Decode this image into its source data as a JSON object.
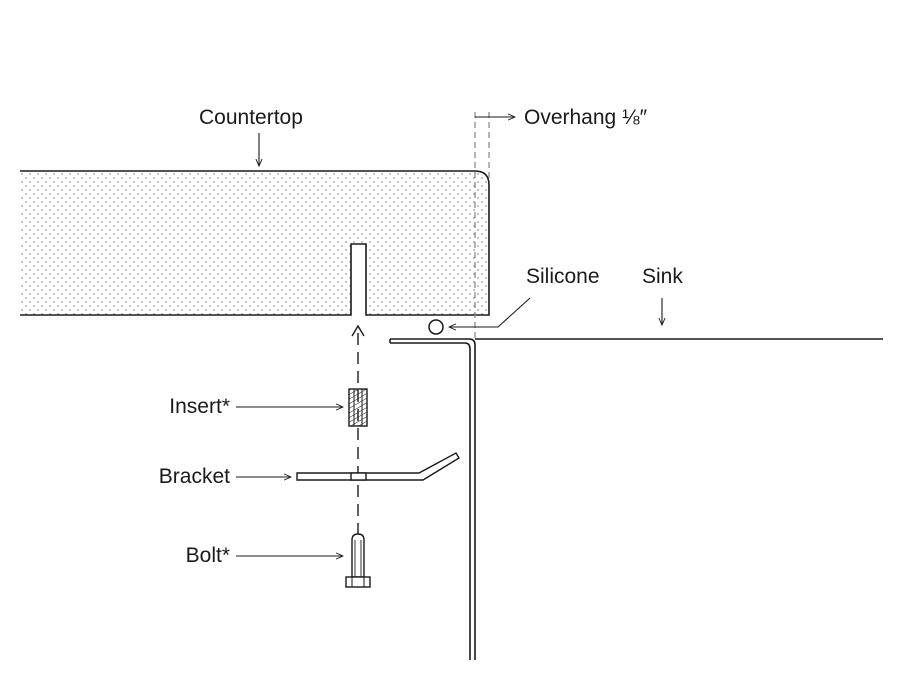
{
  "labels": {
    "countertop": "Countertop",
    "overhang": "Overhang ⅛″",
    "silicone": "Silicone",
    "sink": "Sink",
    "insert": "Insert*",
    "bracket": "Bracket",
    "bolt": "Bolt*"
  },
  "colors": {
    "line": "#1a1a1a",
    "dashed": "#8a8a8a",
    "stipple": "#9a9a9a",
    "background": "#ffffff"
  }
}
